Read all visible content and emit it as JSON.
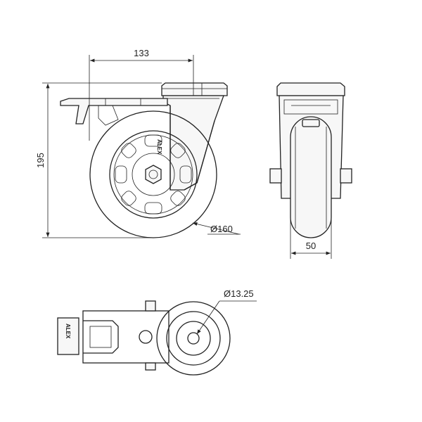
{
  "dimensions": {
    "width_top": "133",
    "height": "195",
    "wheel_diameter": "Ø160",
    "wheel_width": "50",
    "bolt_hole": "Ø13.25"
  },
  "brand": {
    "side_view": "ALEX",
    "bottom_view": "ALEX"
  }
}
